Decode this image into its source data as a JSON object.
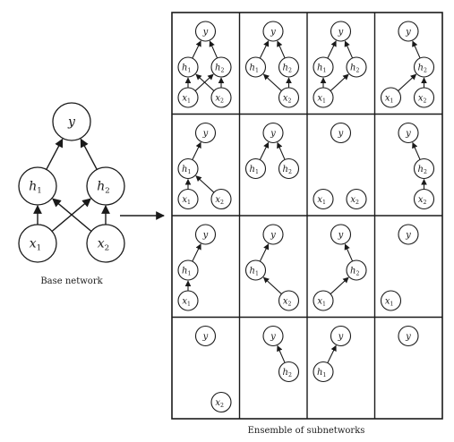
{
  "base_network": {
    "caption": "Base network",
    "nodes": [
      {
        "id": "y",
        "label": "y",
        "sub": ""
      },
      {
        "id": "h1",
        "label": "h",
        "sub": "1"
      },
      {
        "id": "h2",
        "label": "h",
        "sub": "2"
      },
      {
        "id": "x1",
        "label": "x",
        "sub": "1"
      },
      {
        "id": "x2",
        "label": "x",
        "sub": "2"
      }
    ],
    "edges": [
      [
        "x1",
        "h1"
      ],
      [
        "x1",
        "h2"
      ],
      [
        "x2",
        "h1"
      ],
      [
        "x2",
        "h2"
      ],
      [
        "h1",
        "y"
      ],
      [
        "h2",
        "y"
      ]
    ]
  },
  "ensemble": {
    "caption": "Ensemble of subnetworks",
    "rows": 4,
    "cols": 4,
    "subnetworks": [
      {
        "nodes": [
          "y",
          "h1",
          "h2",
          "x1",
          "x2"
        ],
        "edges": [
          [
            "x1",
            "h1"
          ],
          [
            "x1",
            "h2"
          ],
          [
            "x2",
            "h1"
          ],
          [
            "x2",
            "h2"
          ],
          [
            "h1",
            "y"
          ],
          [
            "h2",
            "y"
          ]
        ]
      },
      {
        "nodes": [
          "y",
          "h1",
          "h2",
          "x2"
        ],
        "edges": [
          [
            "x2",
            "h1"
          ],
          [
            "x2",
            "h2"
          ],
          [
            "h1",
            "y"
          ],
          [
            "h2",
            "y"
          ]
        ]
      },
      {
        "nodes": [
          "y",
          "h1",
          "h2",
          "x1"
        ],
        "edges": [
          [
            "x1",
            "h1"
          ],
          [
            "x1",
            "h2"
          ],
          [
            "h1",
            "y"
          ],
          [
            "h2",
            "y"
          ]
        ]
      },
      {
        "nodes": [
          "y",
          "h2",
          "x1",
          "x2"
        ],
        "edges": [
          [
            "x1",
            "h2"
          ],
          [
            "x2",
            "h2"
          ],
          [
            "h2",
            "y"
          ]
        ]
      },
      {
        "nodes": [
          "y",
          "h1",
          "x1",
          "x2"
        ],
        "edges": [
          [
            "x1",
            "h1"
          ],
          [
            "x2",
            "h1"
          ],
          [
            "h1",
            "y"
          ]
        ]
      },
      {
        "nodes": [
          "y",
          "h1",
          "h2"
        ],
        "edges": [
          [
            "h1",
            "y"
          ],
          [
            "h2",
            "y"
          ]
        ]
      },
      {
        "nodes": [
          "y",
          "x1",
          "x2"
        ],
        "edges": []
      },
      {
        "nodes": [
          "y",
          "h2",
          "x2"
        ],
        "edges": [
          [
            "x2",
            "h2"
          ],
          [
            "h2",
            "y"
          ]
        ]
      },
      {
        "nodes": [
          "y",
          "h1",
          "x1"
        ],
        "edges": [
          [
            "x1",
            "h1"
          ],
          [
            "h1",
            "y"
          ]
        ]
      },
      {
        "nodes": [
          "y",
          "h1",
          "x2"
        ],
        "edges": [
          [
            "x2",
            "h1"
          ],
          [
            "h1",
            "y"
          ]
        ]
      },
      {
        "nodes": [
          "y",
          "h2",
          "x1"
        ],
        "edges": [
          [
            "x1",
            "h2"
          ],
          [
            "h2",
            "y"
          ]
        ]
      },
      {
        "nodes": [
          "y",
          "x1"
        ],
        "edges": []
      },
      {
        "nodes": [
          "y",
          "x2"
        ],
        "edges": []
      },
      {
        "nodes": [
          "y",
          "h2"
        ],
        "edges": [
          [
            "h2",
            "y"
          ]
        ]
      },
      {
        "nodes": [
          "y",
          "h1"
        ],
        "edges": [
          [
            "h1",
            "y"
          ]
        ]
      },
      {
        "nodes": [
          "y"
        ],
        "edges": []
      }
    ]
  },
  "node_labels": {
    "y": {
      "label": "y",
      "sub": ""
    },
    "h1": {
      "label": "h",
      "sub": "1"
    },
    "h2": {
      "label": "h",
      "sub": "2"
    },
    "x1": {
      "label": "x",
      "sub": "1"
    },
    "x2": {
      "label": "x",
      "sub": "2"
    }
  }
}
